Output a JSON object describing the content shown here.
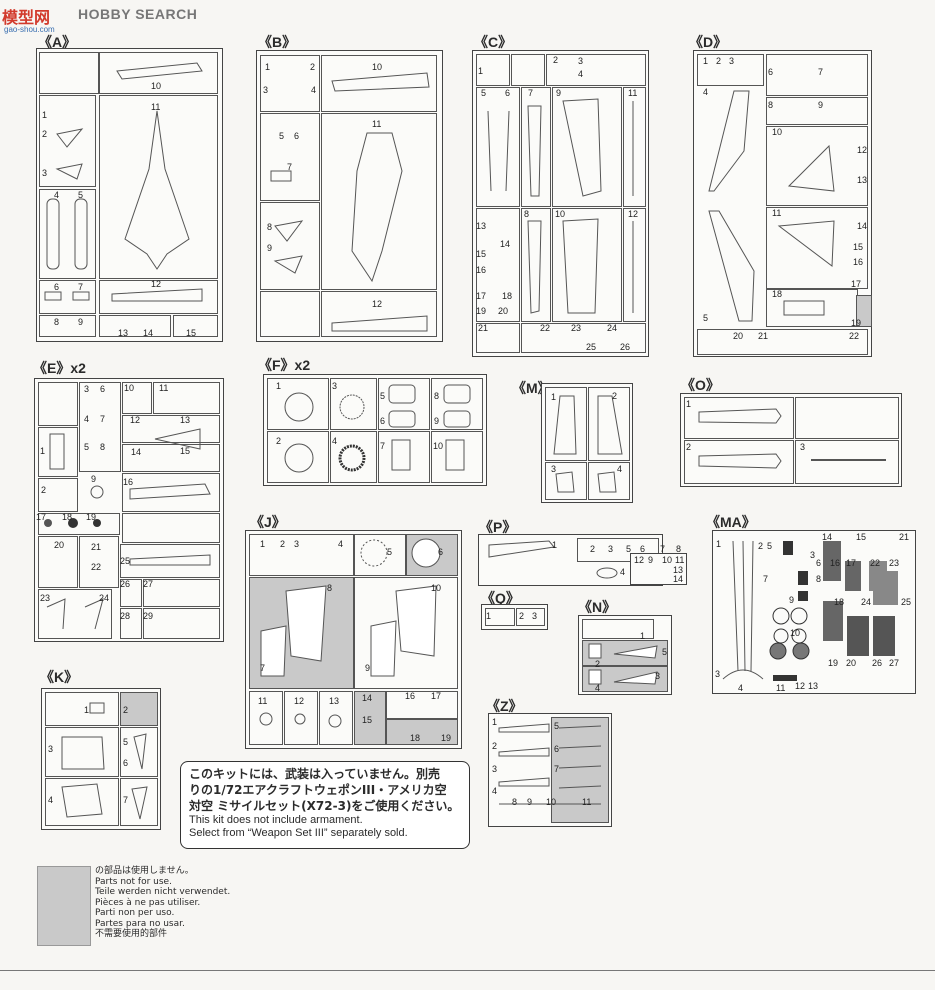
{
  "watermark": {
    "brand": "模型网",
    "title": "HOBBY SEARCH",
    "url": "gao-shou.com"
  },
  "sprues": {
    "A": {
      "label": "《A》"
    },
    "B": {
      "label": "《B》"
    },
    "C": {
      "label": "《C》"
    },
    "D": {
      "label": "《D》"
    },
    "E": {
      "label": "《E》x2"
    },
    "F": {
      "label": "《F》x2"
    },
    "M": {
      "label": "《M》"
    },
    "O": {
      "label": "《O》"
    },
    "J": {
      "label": "《J》"
    },
    "P": {
      "label": "《P》"
    },
    "MA": {
      "label": "《MA》"
    },
    "Q": {
      "label": "《Q》"
    },
    "N": {
      "label": "《N》"
    },
    "K": {
      "label": "《K》"
    },
    "Z": {
      "label": "《Z》"
    }
  },
  "note": {
    "jp_line1": "このキットには、武装は入っていません。別売",
    "jp_line2": "りの1/72エアクラフトウェポンIII・アメリカ空",
    "jp_line3": "対空 ミサイルセット(X72-3)をご使用ください。",
    "en_line1": "This kit does not include armament.",
    "en_line2": "Select from “Weapon Set III” separately sold."
  },
  "legend": {
    "jp": "の部品は使用しません。",
    "en": "Parts not for use.",
    "de": "Teile werden nicht verwendet.",
    "fr": "Pièces à ne pas utiliser.",
    "it": "Parti non per uso.",
    "es": "Partes para no usar.",
    "zh": "不需要使用的部件"
  },
  "parts": {
    "A": [
      "10",
      "11",
      "1",
      "2",
      "3",
      "4",
      "5",
      "6",
      "7",
      "12",
      "8",
      "9",
      "13",
      "14",
      "15"
    ],
    "B": [
      "1",
      "2",
      "3",
      "4",
      "10",
      "11",
      "5",
      "6",
      "7",
      "8",
      "9",
      "12"
    ],
    "C": [
      "1",
      "2",
      "3",
      "4",
      "5",
      "6",
      "7",
      "9",
      "11",
      "8",
      "10",
      "12",
      "13",
      "14",
      "15",
      "16",
      "17",
      "18",
      "19",
      "20",
      "21",
      "22",
      "23",
      "24",
      "25",
      "26"
    ],
    "D": [
      "1",
      "2",
      "3",
      "6",
      "7",
      "4",
      "8",
      "9",
      "10",
      "12",
      "13",
      "11",
      "14",
      "15",
      "16",
      "17",
      "18",
      "5",
      "19",
      "22",
      "20",
      "21"
    ],
    "E": [
      "3",
      "6",
      "4",
      "7",
      "5",
      "8",
      "10",
      "11",
      "12",
      "13",
      "1",
      "14",
      "15",
      "9",
      "2",
      "16",
      "17",
      "18",
      "19",
      "20",
      "21",
      "22",
      "25",
      "26",
      "27",
      "23",
      "24",
      "28",
      "29"
    ],
    "F": [
      "1",
      "3",
      "5",
      "8",
      "2",
      "4",
      "6",
      "9",
      "7",
      "10"
    ],
    "M": [
      "1",
      "2",
      "3",
      "4"
    ],
    "O": [
      "1",
      "2",
      "3"
    ],
    "J": [
      "1",
      "2",
      "3",
      "4",
      "5",
      "6",
      "8",
      "10",
      "7",
      "9",
      "11",
      "12",
      "13",
      "14",
      "15",
      "16",
      "17",
      "18",
      "19"
    ],
    "P": [
      "1",
      "2",
      "3",
      "5",
      "6",
      "7",
      "8",
      "12",
      "9",
      "10",
      "11",
      "4",
      "13",
      "14"
    ],
    "Q": [
      "1",
      "2",
      "3"
    ],
    "N": [
      "1",
      "2",
      "3",
      "4",
      "5"
    ],
    "K": [
      "1",
      "2",
      "3",
      "5",
      "6",
      "4",
      "7"
    ],
    "MA": [
      "1",
      "2",
      "5",
      "3",
      "14",
      "15",
      "21",
      "6",
      "16",
      "17",
      "7",
      "8",
      "22",
      "23",
      "18",
      "9",
      "24",
      "25",
      "10",
      "19",
      "20",
      "26",
      "27",
      "3",
      "4",
      "11",
      "12",
      "13"
    ],
    "Z": [
      "1",
      "2",
      "3",
      "4",
      "5",
      "6",
      "7",
      "8",
      "9",
      "10",
      "11"
    ]
  }
}
